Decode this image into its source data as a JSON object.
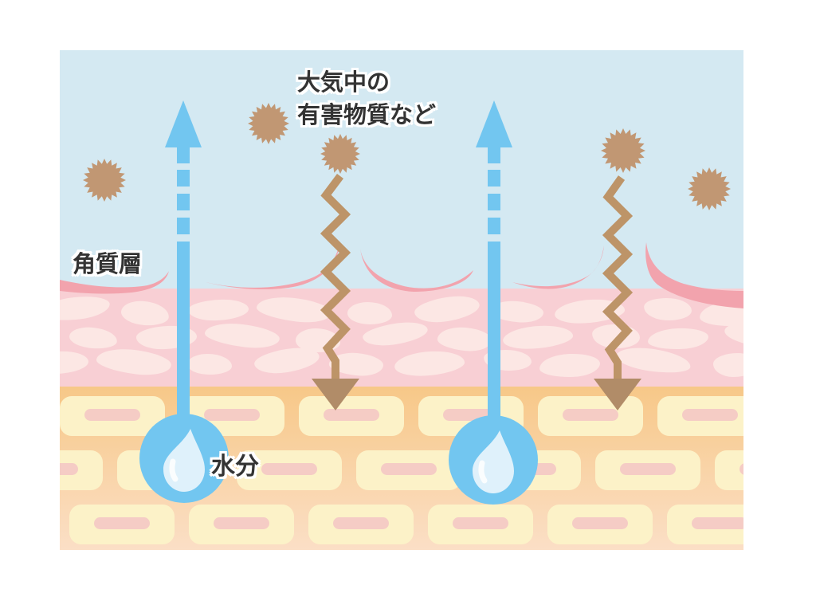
{
  "diagram": {
    "title_context": "skin moisture loss and pollutant penetration diagram",
    "labels": {
      "atmosphere": {
        "line1": "大気中の",
        "line2": "有害物質など"
      },
      "stratum_corneum": "角質層",
      "moisture": "水分"
    },
    "icons": {
      "pollutant_particle": "sunburst-star",
      "penetration_arrow": "zigzag-down-arrow",
      "evaporation_arrow": "dashed-up-arrow",
      "moisture_drop": "water-droplet",
      "surface_crack": "curved-lifted-flake"
    },
    "colors": {
      "page_bg": "#FFFFFF",
      "sky": "#D4E9F2",
      "epidermis": "#F8CFD4",
      "epidermis_cell": "#FCE7E4",
      "crack": "#F2A3AD",
      "mortar_top": "#F7C888",
      "mortar_bottom": "#FBDFC6",
      "dermis_cell": "#FCF2C8",
      "dermis_nucleus": "#F5CCC5",
      "water": "#72C6F0",
      "droplet": "#DFF1FB",
      "droplet_highlight": "#FAFDFE",
      "particle": "#C19773",
      "zigzag": "#BD9468",
      "arrowhead": "#B18C68",
      "text": "#333333"
    }
  }
}
